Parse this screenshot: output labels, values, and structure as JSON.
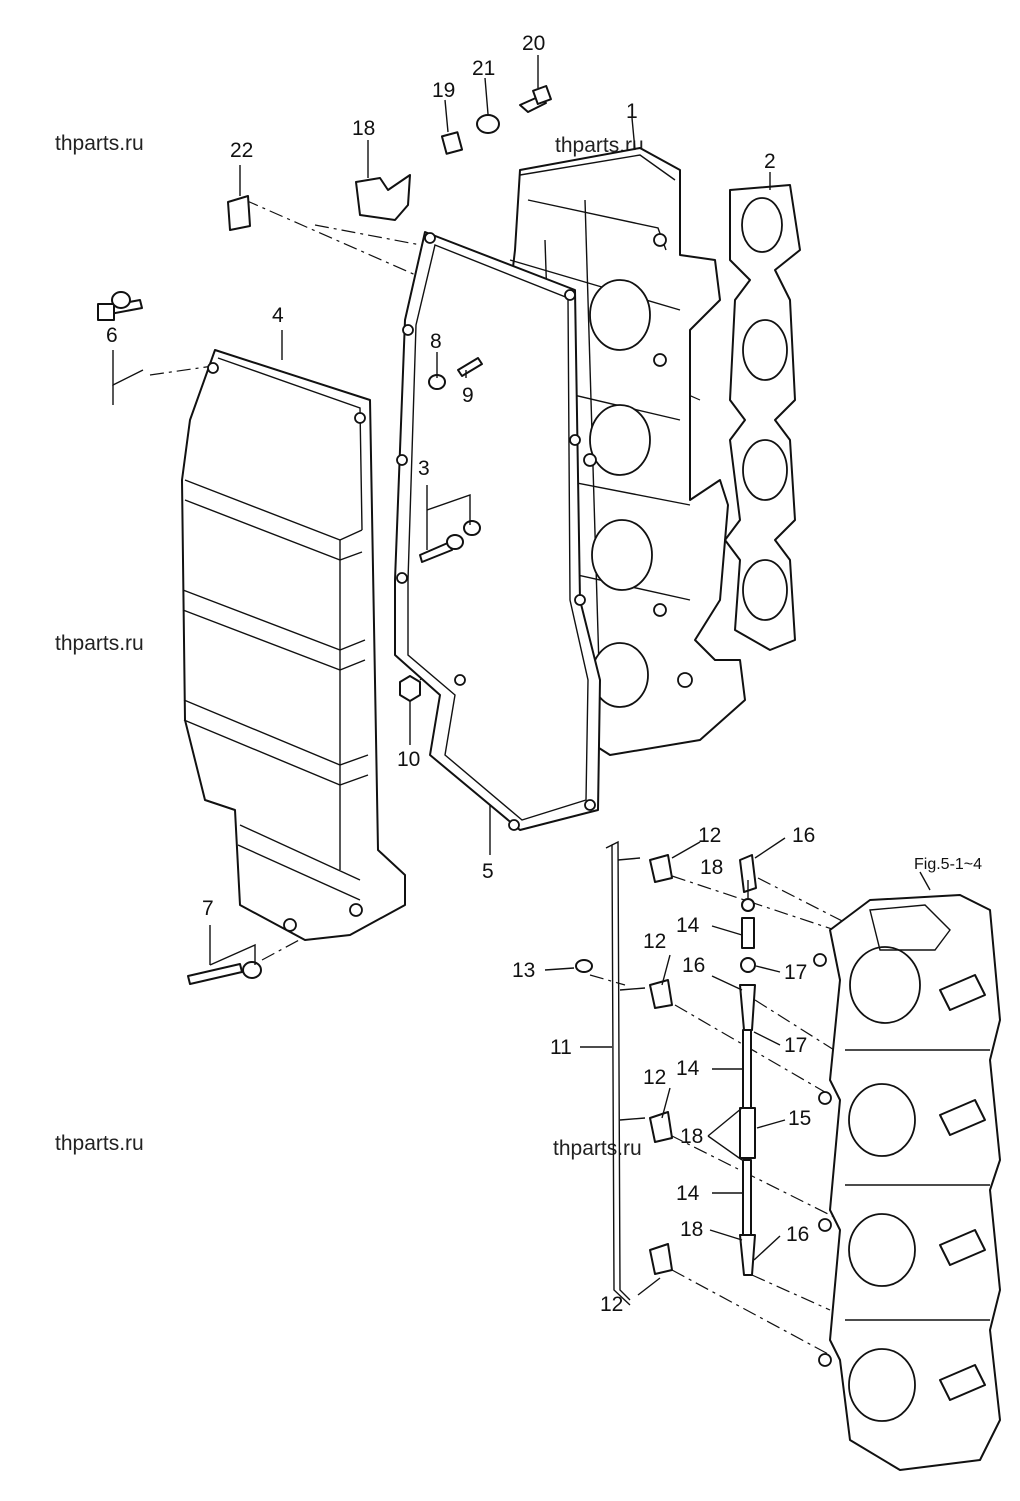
{
  "figure_ref": "Fig.5-1~4",
  "watermark": "thparts.ru",
  "callouts": {
    "c1": "1",
    "c2": "2",
    "c3": "3",
    "c4": "4",
    "c5": "5",
    "c6": "6",
    "c7": "7",
    "c8": "8",
    "c9": "9",
    "c10": "10",
    "c11": "11",
    "c12a": "12",
    "c12b": "12",
    "c12c": "12",
    "c12d": "12",
    "c13": "13",
    "c14a": "14",
    "c14b": "14",
    "c14c": "14",
    "c15": "15",
    "c16a": "16",
    "c16b": "16",
    "c16c": "16",
    "c17a": "17",
    "c17b": "17",
    "c18a": "18",
    "c18b": "18",
    "c18c": "18",
    "c18d": "18",
    "c19": "19",
    "c20": "20",
    "c21": "21",
    "c22": "22"
  }
}
